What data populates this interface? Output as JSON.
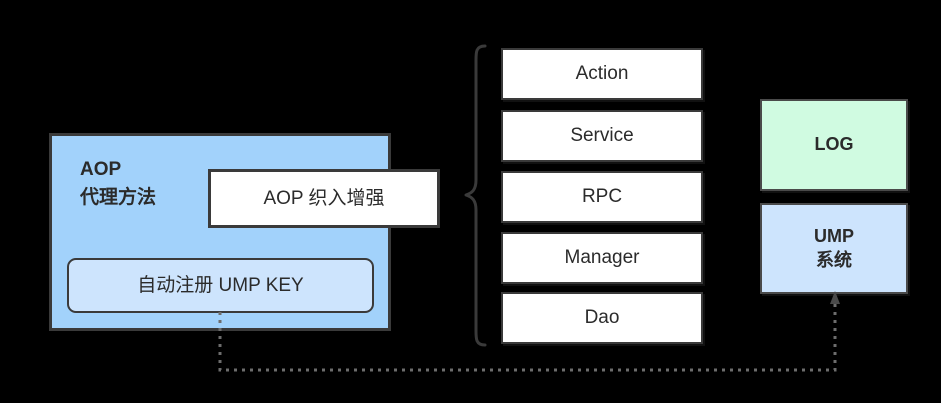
{
  "diagram": {
    "background_color": "#000000",
    "aop_panel": {
      "title": "AOP\n代理方法",
      "fill": "#a2d2fb",
      "stroke": "#3a3a3a"
    },
    "ump_key_box": {
      "label": "自动注册 UMP KEY",
      "fill": "#cde4fd",
      "stroke": "#3a3a3a"
    },
    "aop_weave_box": {
      "label": "AOP 织入增强",
      "fill": "#ffffff",
      "stroke": "#3a3a3a"
    },
    "layers": {
      "brace": "left-curly-brace",
      "items": [
        {
          "label": "Action"
        },
        {
          "label": "Service"
        },
        {
          "label": "RPC"
        },
        {
          "label": "Manager"
        },
        {
          "label": "Dao"
        }
      ]
    },
    "outputs": [
      {
        "label": "LOG",
        "fill": "#d0fbe1"
      },
      {
        "label": "UMP\n系统",
        "fill": "#cde4fd"
      }
    ],
    "connector": {
      "style": "dotted",
      "color": "#6b6b6b",
      "from": "ump-key-box",
      "to": "ump-system-box",
      "arrowhead": "up"
    }
  }
}
